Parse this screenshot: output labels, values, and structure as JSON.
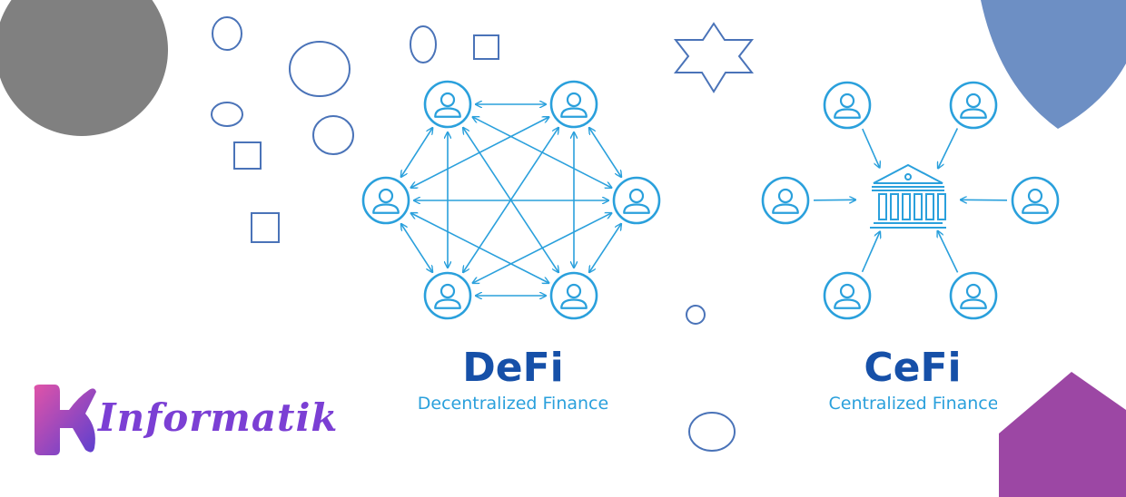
{
  "defi": {
    "title": "DeFi",
    "subtitle": "Decentralized Finance"
  },
  "cefi": {
    "title": "CeFi",
    "subtitle": "Centralized Finance"
  },
  "logo": {
    "text": "Informatik"
  },
  "colors": {
    "accent_blue": "#2aa0dc",
    "title_blue": "#1650a8",
    "shape_outline": "#4a73b8",
    "gray_circle": "#808080",
    "blue_shape": "#6d8fc4",
    "purple_shape": "#9c47a4",
    "logo_purple": "#7b3fd4",
    "logo_pink": "#d84ea0"
  },
  "icons": {
    "defi_node": "user-icon",
    "cefi_node": "user-icon",
    "cefi_hub": "bank-icon"
  }
}
